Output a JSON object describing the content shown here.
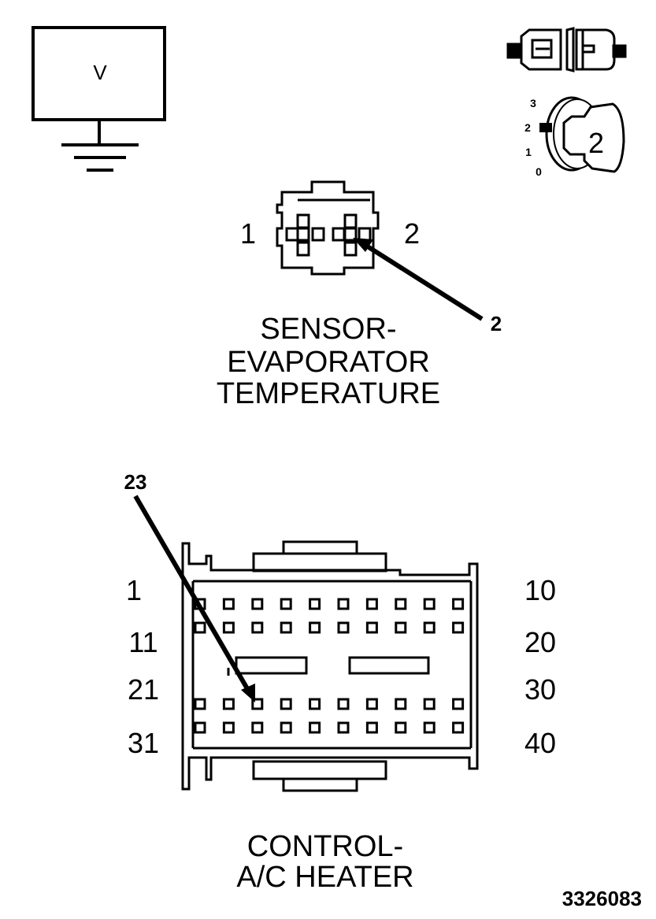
{
  "voltmeter": {
    "symbol": "V"
  },
  "key_position": {
    "value": "2",
    "scale": [
      "3",
      "2",
      "1",
      "0"
    ]
  },
  "sensor": {
    "pin_left": "1",
    "pin_right": "2",
    "callout": "2",
    "title_lines": [
      "SENSOR-",
      "EVAPORATOR",
      "TEMPERATURE"
    ]
  },
  "module": {
    "callout": "23",
    "row_labels_left": [
      "1",
      "11",
      "21",
      "31"
    ],
    "row_labels_right": [
      "10",
      "20",
      "30",
      "40"
    ],
    "title_lines": [
      "CONTROL-",
      "A/C HEATER"
    ]
  },
  "figure_number": "3326083"
}
